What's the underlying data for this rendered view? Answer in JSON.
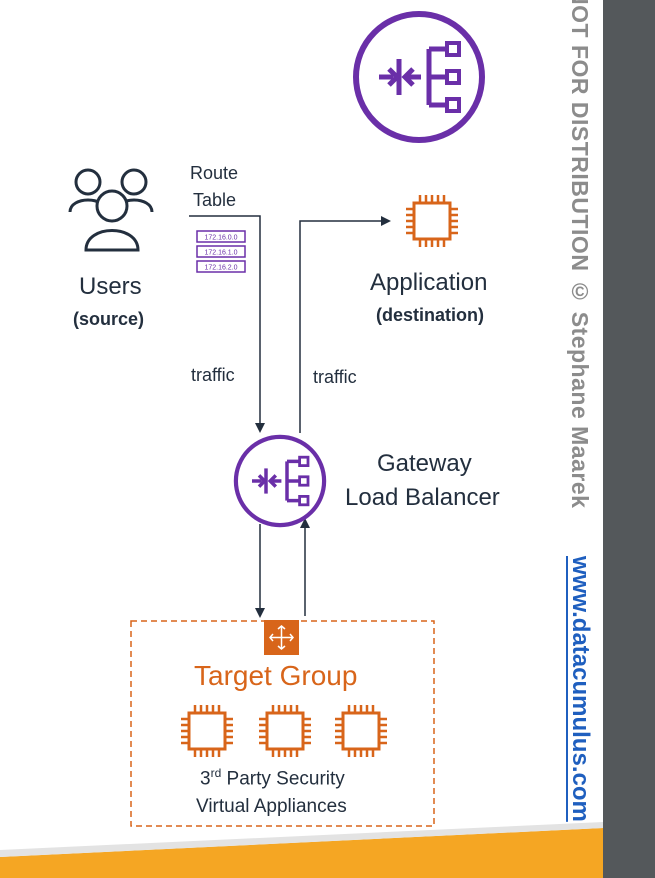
{
  "labels": {
    "route_table_line1": "Route",
    "route_table_line2": "Table",
    "routes": [
      "172.16.0.0",
      "172.16.1.0",
      "172.16.2.0"
    ],
    "users": "Users",
    "users_sub": "(source)",
    "application": "Application",
    "application_sub": "(destination)",
    "traffic_down": "traffic",
    "traffic_up": "traffic",
    "gateway_line1": "Gateway",
    "gateway_line2": "Load Balancer",
    "target_group": "Target Group",
    "appliances_line1_base": "3",
    "appliances_line1_sup": "rd",
    "appliances_line1_rest": " Party Security",
    "appliances_line2": "Virtual Appliances"
  },
  "sidebar": {
    "watermark": "NOT FOR DISTRIBUTION © Stephane Maarek",
    "site": "www.datacumulus.com"
  },
  "icons": {
    "top": "gateway-load-balancer-icon",
    "users": "users-group-icon",
    "route_table": "route-table-icon",
    "application": "ec2-instance-chip-icon",
    "gateway": "gateway-load-balancer-icon",
    "target_group": "target-group-icon",
    "appliances": [
      "ec2-instance-chip-icon",
      "ec2-instance-chip-icon",
      "ec2-instance-chip-icon"
    ]
  },
  "colors": {
    "purple": "#6a2fa8",
    "orange": "#d8651a",
    "dark_text": "#232f3e",
    "sidebar": "#54585b",
    "watermark": "#8c8c8c",
    "link": "#1f5fbf",
    "bottom_bar": "#f5a623"
  }
}
